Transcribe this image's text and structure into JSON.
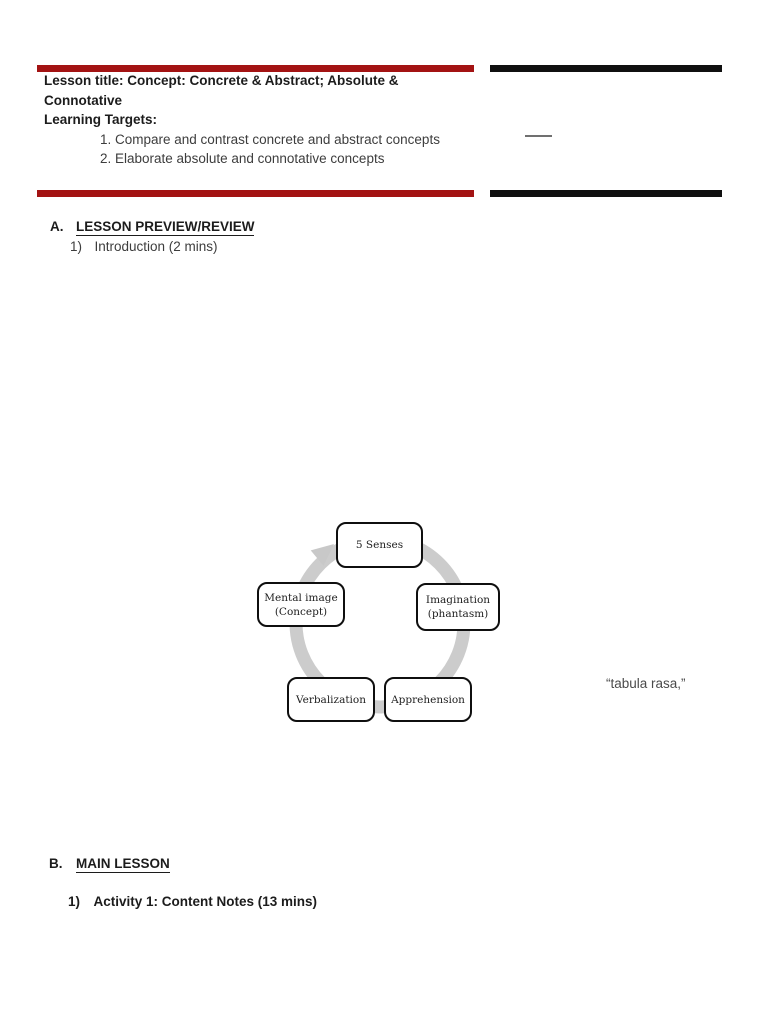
{
  "page": {
    "colors": {
      "red_bar": "#a31313",
      "black_bar": "#101010",
      "ring_gray": "#cccccc",
      "dash_gray": "#707070",
      "quote_gray": "#4a4a4a"
    }
  },
  "header": {
    "title_line1": "Lesson title: Concept: Concrete & Abstract; Absolute &",
    "title_line2": "Connotative",
    "learning_targets_label": "Learning Targets:",
    "targets": [
      "1. Compare and contrast concrete and abstract concepts",
      "2. Elaborate absolute and connotative concepts"
    ]
  },
  "section_a": {
    "letter": "A.",
    "title": "LESSON PREVIEW/REVIEW",
    "item_number": "1)",
    "item_text": "Introduction (2 mins)"
  },
  "diagram": {
    "type": "cycle",
    "direction": "clockwise",
    "nodes": [
      {
        "line1": "5 Senses",
        "line2": ""
      },
      {
        "line1": "Imagination",
        "line2": "(phantasm)"
      },
      {
        "line1": "Apprehension",
        "line2": ""
      },
      {
        "line1": "Verbalization",
        "line2": ""
      },
      {
        "line1": "Mental image",
        "line2": "(Concept)"
      }
    ]
  },
  "annotation": {
    "quote": "“tabula rasa,”"
  },
  "section_b": {
    "letter": "B.",
    "title": "MAIN LESSON",
    "item_number": "1)",
    "item_text": "Activity 1: Content Notes (13 mins)"
  }
}
